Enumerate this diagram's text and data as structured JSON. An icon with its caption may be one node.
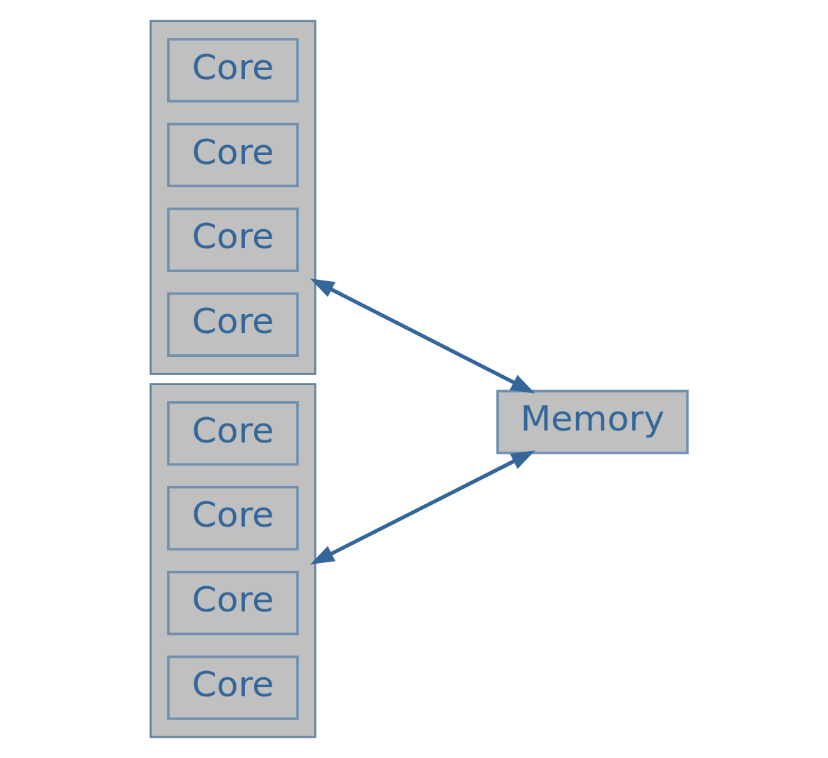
{
  "diagram": {
    "nodes": [
      {
        "text": [],
        "shape": "box"
      },
      {
        "text": [
          "Core"
        ],
        "in": 0
      },
      {
        "text": [
          "Core"
        ],
        "in": 0
      },
      {
        "text": [
          "Core"
        ],
        "in": 0
      },
      {
        "text": [
          "Core"
        ],
        "in": 0
      },
      {
        "text": [],
        "shape": "box"
      },
      {
        "text": [
          "Core"
        ],
        "in": 5
      },
      {
        "text": [
          "Core"
        ],
        "in": 5
      },
      {
        "text": [
          "Core"
        ],
        "in": 5
      },
      {
        "text": [
          "Core"
        ],
        "in": 5
      },
      {
        "text": [
          "Memory"
        ]
      }
    ],
    "edges": [
      {
        "from": 0,
        "to": 10,
        "arrow": "both"
      },
      {
        "from": 5,
        "to": 10,
        "arrow": "both"
      }
    ]
  }
}
